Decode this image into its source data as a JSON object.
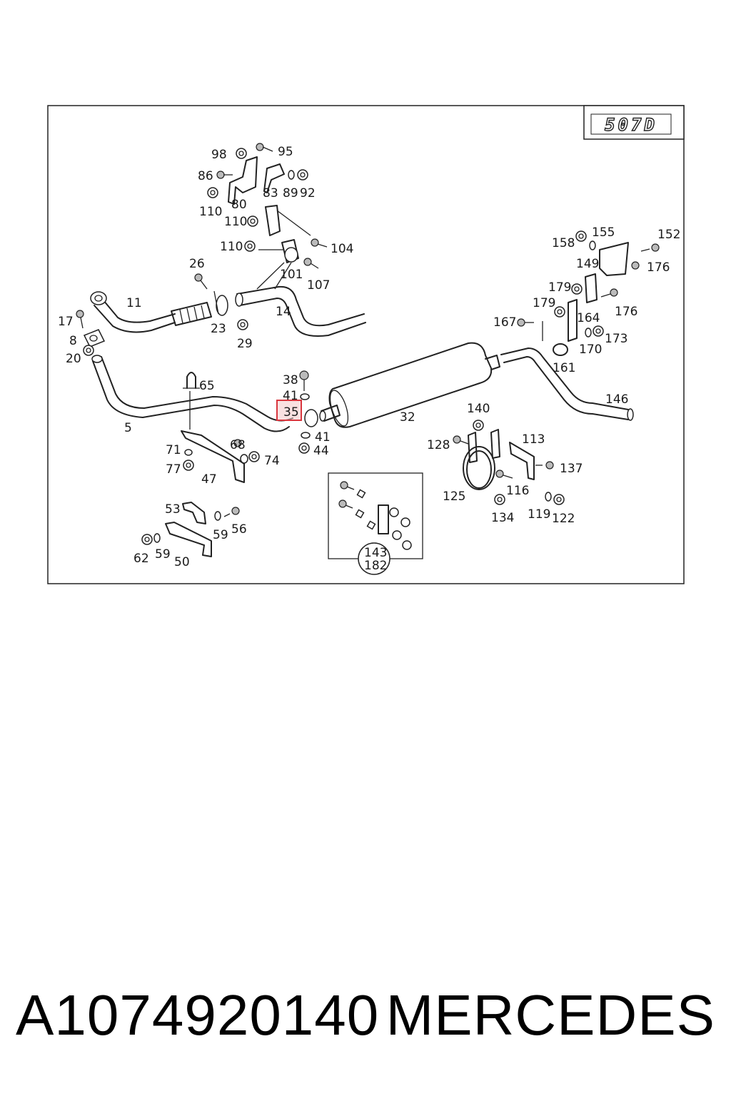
{
  "diagram": {
    "model_badge": "507D",
    "highlighted_part": "35",
    "callouts": [
      "98",
      "95",
      "86",
      "83",
      "89",
      "92",
      "80",
      "110",
      "110",
      "104",
      "110",
      "101",
      "107",
      "26",
      "11",
      "14",
      "23",
      "29",
      "17",
      "8",
      "20",
      "38",
      "41",
      "65",
      "35",
      "41",
      "44",
      "5",
      "71",
      "68",
      "74",
      "77",
      "47",
      "53",
      "56",
      "59",
      "62",
      "59",
      "50",
      "143",
      "182",
      "32",
      "146",
      "140",
      "113",
      "128",
      "137",
      "125",
      "116",
      "134",
      "119",
      "122",
      "158",
      "155",
      "152",
      "149",
      "176",
      "179",
      "179",
      "176",
      "167",
      "164",
      "173",
      "170",
      "161"
    ]
  },
  "caption": {
    "part_number": "A1074920140",
    "brand": "MERCEDES"
  },
  "colors": {
    "highlight_fill": "#f4c9c9",
    "highlight_stroke": "#d9363e",
    "line": "#222222"
  }
}
